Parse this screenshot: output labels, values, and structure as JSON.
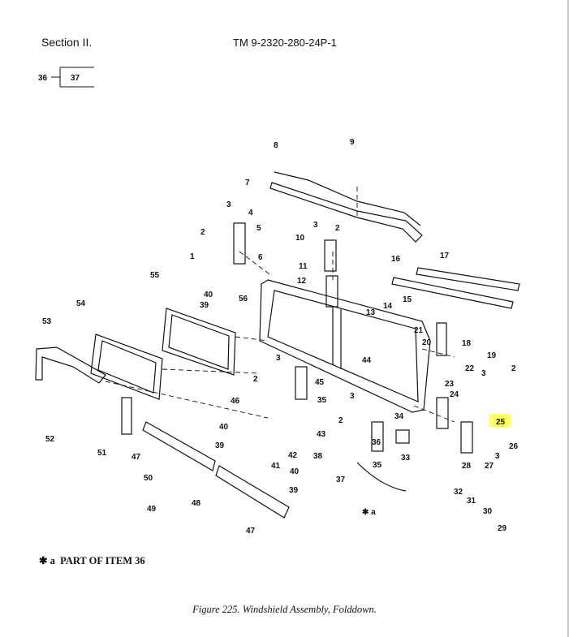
{
  "header": {
    "section": "Section II.",
    "tm_number": "TM 9-2320-280-24P-1"
  },
  "ref": {
    "item": "36",
    "sub": "37"
  },
  "callouts": {
    "c1": "1",
    "c2a": "2",
    "c2b": "2",
    "c2c": "2",
    "c2d": "2",
    "c3a": "3",
    "c3b": "3",
    "c3c": "3",
    "c3d": "3",
    "c3e": "3",
    "c3f": "3",
    "c4": "4",
    "c5": "5",
    "c6": "6",
    "c7": "7",
    "c8": "8",
    "c9": "9",
    "c10": "10",
    "c11": "11",
    "c12": "12",
    "c13": "13",
    "c14": "14",
    "c15": "15",
    "c16": "16",
    "c17": "17",
    "c18": "18",
    "c19": "19",
    "c20": "20",
    "c21": "21",
    "c22": "22",
    "c23": "23",
    "c24": "24",
    "c25": "25",
    "c26": "26",
    "c27": "27",
    "c28": "28",
    "c29": "29",
    "c30": "30",
    "c31": "31",
    "c32": "32",
    "c33": "33",
    "c34": "34",
    "c35a": "35",
    "c35b": "35",
    "c36": "36",
    "c37": "37",
    "c38": "38",
    "c39a": "39",
    "c39b": "39",
    "c39c": "39",
    "c40a": "40",
    "c40b": "40",
    "c40c": "40",
    "c41": "41",
    "c42": "42",
    "c43": "43",
    "c44": "44",
    "c45": "45",
    "c46": "46",
    "c47a": "47",
    "c47b": "47",
    "c48": "48",
    "c49": "49",
    "c50": "50",
    "c51": "51",
    "c52": "52",
    "c53": "53",
    "c54": "54",
    "c55": "55",
    "c56": "56",
    "star_a": "a"
  },
  "highlight_color": "#ffff66",
  "footnote": {
    "mark": "✱ a",
    "text": "PART OF ITEM  36"
  },
  "caption": "Figure 225.  Windshield Assembly, Folddown."
}
